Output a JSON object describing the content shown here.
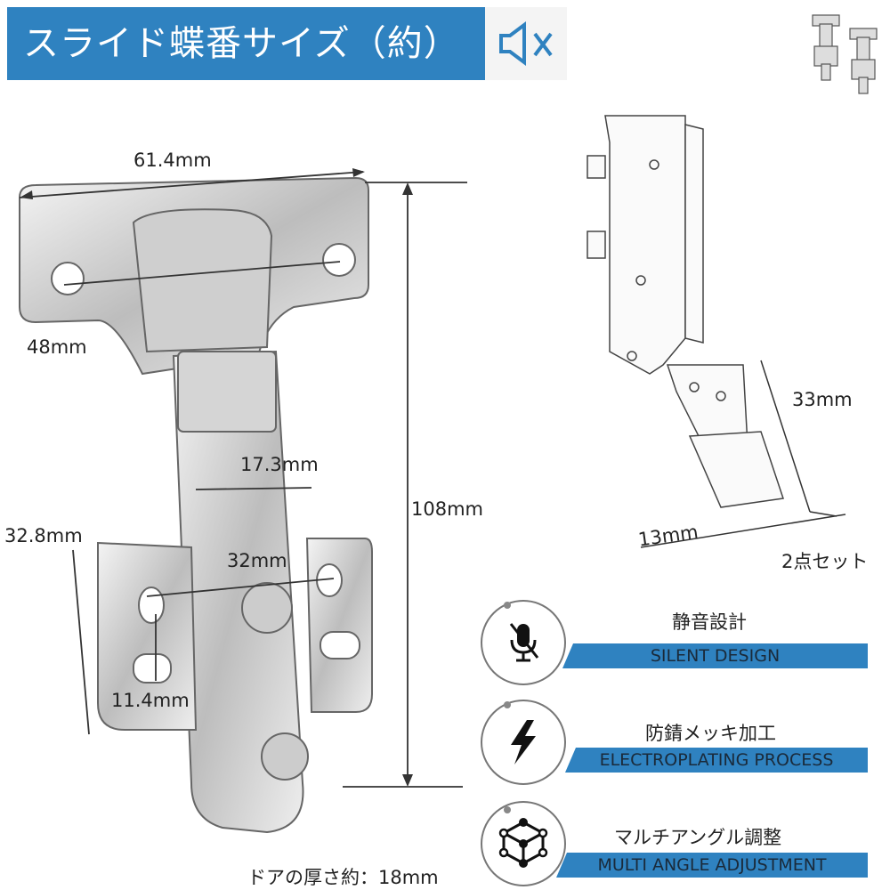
{
  "header": {
    "title": "スライド蝶番サイズ（約）",
    "mute_icon": "speaker-mute-icon"
  },
  "colors": {
    "accent": "#2f82c0",
    "bar_text": "#1a2a3a"
  },
  "dimensions": {
    "width_top": "61.4mm",
    "hole_pitch_top": "48mm",
    "arm_width": "17.3mm",
    "height": "108mm",
    "base_height": "32.8mm",
    "base_hole_pitch": "32mm",
    "slot_pitch": "11.4mm",
    "side_length": "33mm",
    "side_thickness": "13mm"
  },
  "set_label": "2点セット",
  "door_thickness": "ドアの厚さ約：18mm",
  "features": [
    {
      "jp": "静音設計",
      "en": "SILENT DESIGN",
      "icon": "muted-microphone-icon"
    },
    {
      "jp": "防錆メッキ加工",
      "en": "ELECTROPLATING PROCESS",
      "icon": "lightning-icon"
    },
    {
      "jp": "マルチアングル調整",
      "en": "MULTI ANGLE ADJUSTMENT",
      "icon": "cube-network-icon"
    }
  ]
}
